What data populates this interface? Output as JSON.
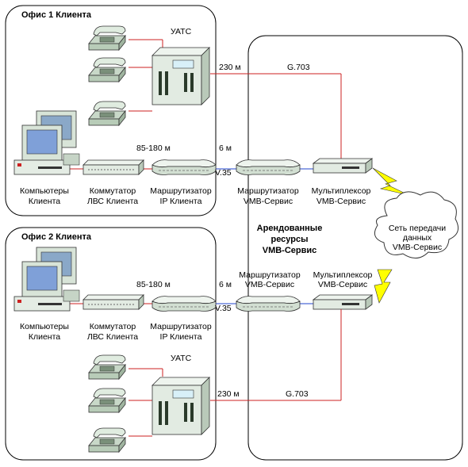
{
  "office1": {
    "title": "Офис 1 Клиента",
    "pbx_label": "УАТС",
    "link_230": "230 м",
    "link_g703": "G.703",
    "link_85_180": "85-180 м",
    "link_6m": "6 м",
    "link_v35": "V.35",
    "computers": [
      "Компьютеры",
      "Клиента"
    ],
    "switch": [
      "Коммутатор",
      "ЛВС Клиента"
    ],
    "router": [
      "Маршрутизатор",
      "IP Клиента"
    ]
  },
  "provider": {
    "router_top": [
      "Маршрутизатор",
      "VMB-Сервис"
    ],
    "mux_top": [
      "Мультиплексор",
      "VMB-Сервис"
    ],
    "router_bottom": [
      "Маршрутизатор",
      "VMB-Сервис"
    ],
    "mux_bottom": [
      "Мультиплексор",
      "VMB-Сервис"
    ],
    "leased": [
      "Арендованные",
      "ресурсы",
      "VMB-Сервис"
    ],
    "cloud": [
      "Сеть передачи",
      "данных",
      "VMB-Сервис"
    ]
  },
  "office2": {
    "title": "Офис 2 Клиента",
    "pbx_label": "УАТС",
    "link_230": "230 м",
    "link_g703": "G.703",
    "link_85_180": "85-180 м",
    "link_6m": "6 м",
    "link_v35": "V.35",
    "computers": [
      "Компьютеры",
      "Клиента"
    ],
    "switch": [
      "Коммутатор",
      "ЛВС  Клиента"
    ],
    "router": [
      "Маршрутизатор",
      "IP Клиента"
    ]
  },
  "colors": {
    "phone_line": "#cc2222",
    "data_line": "#2244cc",
    "device_fill": "#d8e0d8",
    "lightning": "#ffff00"
  }
}
